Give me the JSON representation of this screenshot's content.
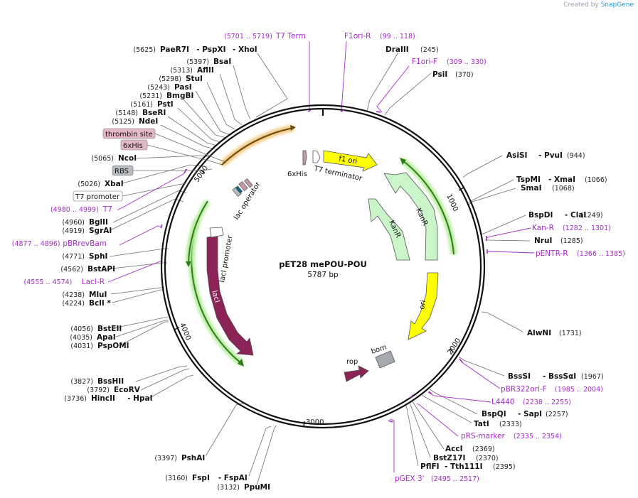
{
  "brand": {
    "prefix": "Created by",
    "name": "SnapGene"
  },
  "plasmid": {
    "name": "pET28 mePOU-POU",
    "length": "5787 bp"
  },
  "ticks": [
    "1000",
    "2000",
    "3000",
    "4000",
    "5000"
  ],
  "features": {
    "f1_ori": "f1 ori",
    "t7_terminator": "T7 terminator",
    "sixxhis": "6xHis",
    "kanr_1": "KanR",
    "kanr_2": "KanR",
    "ori": "ori",
    "bom": "bom",
    "rop": "rop",
    "laci": "lacI",
    "laci_promoter": "lacI promoter",
    "lac_operator": "lac operator"
  },
  "boxed_labels": {
    "thrombin": "thrombin site",
    "sixhis": "6xHis",
    "rbs": "RBS",
    "t7promoter": "T7 promoter"
  },
  "left_enzymes": [
    {
      "pos": "(5625)",
      "name": "PaeR7I",
      "extra": "- PspXI",
      "extra2": "- XhoI"
    },
    {
      "pos": "(5397)",
      "name": "BsaI"
    },
    {
      "pos": "(5313)",
      "name": "AflII"
    },
    {
      "pos": "(5298)",
      "name": "StuI"
    },
    {
      "pos": "(5243)",
      "name": "PasI"
    },
    {
      "pos": "(5231)",
      "name": "BmgBI"
    },
    {
      "pos": "(5161)",
      "name": "PstI"
    },
    {
      "pos": "(5148)",
      "name": "BseRI"
    },
    {
      "pos": "(5125)",
      "name": "NdeI"
    },
    {
      "pos": "(5065)",
      "name": "NcoI"
    },
    {
      "pos": "(5026)",
      "name": "XbaI"
    },
    {
      "pos": "(4960)",
      "name": "BglII"
    },
    {
      "pos": "(4919)",
      "name": "SgrAI"
    },
    {
      "pos": "(4771)",
      "name": "SphI"
    },
    {
      "pos": "(4562)",
      "name": "BstAPI"
    },
    {
      "pos": "(4238)",
      "name": "MluI"
    },
    {
      "pos": "(4224)",
      "name": "BclI *"
    },
    {
      "pos": "(4056)",
      "name": "BstEII"
    },
    {
      "pos": "(4035)",
      "name": "ApaI"
    },
    {
      "pos": "(4031)",
      "name": "PspOMI"
    },
    {
      "pos": "(3827)",
      "name": "BssHII"
    },
    {
      "pos": "(3792)",
      "name": "EcoRV"
    },
    {
      "pos": "(3736)",
      "name": "HincII",
      "extra": "- HpaI"
    },
    {
      "pos": "(3397)",
      "name": "PshAI"
    },
    {
      "pos": "(3160)",
      "name": "FspI",
      "extra": "- FspAI"
    },
    {
      "pos": "(3132)",
      "name": "PpuMI"
    }
  ],
  "left_primers": [
    {
      "name": "T7",
      "pos": "(4980 .. 4999)"
    },
    {
      "name": "pBRrevBam",
      "pos": "(4877 .. 4896)"
    },
    {
      "name": "LacI-R",
      "pos": "(4555 .. 4574)"
    }
  ],
  "top_primers": [
    {
      "name": "T7 Term",
      "pos": "(5701 .. 5719)"
    },
    {
      "name": "F1ori-R",
      "pos": "(99 .. 118)"
    },
    {
      "name": "F1ori-F",
      "pos": "(309 .. 330)"
    }
  ],
  "right_enzymes": [
    {
      "name": "DraIII",
      "pos": "(245)"
    },
    {
      "name": "PsiI",
      "pos": "(370)"
    },
    {
      "name": "AsiSI",
      "extra": "- PvuI",
      "pos": "(944)"
    },
    {
      "name": "TspMI",
      "extra": "- XmaI",
      "pos": "(1066)"
    },
    {
      "name": "SmaI",
      "pos": "(1068)"
    },
    {
      "name": "BspDI",
      "extra": "- ClaI",
      "pos": "(1249)"
    },
    {
      "name": "NruI",
      "pos": "(1285)"
    },
    {
      "name": "AlwNI",
      "pos": "(1731)"
    },
    {
      "name": "BssSI",
      "extra": "- BssSαI",
      "pos": "(1967)"
    },
    {
      "name": "BspQI",
      "extra": "- SapI",
      "pos": "(2257)"
    },
    {
      "name": "TatI",
      "pos": "(2333)"
    },
    {
      "name": "AccI",
      "pos": "(2369)"
    },
    {
      "name": "BstZ17I",
      "pos": "(2370)"
    },
    {
      "name": "PflFI",
      "extra": "- Tth111I",
      "pos": "(2395)"
    }
  ],
  "right_primers": [
    {
      "name": "Kan-R",
      "pos": "(1282 .. 1301)"
    },
    {
      "name": "pENTR-R",
      "pos": "(1366 .. 1385)"
    },
    {
      "name": "pBR322ori-F",
      "pos": "(1985 .. 2004)"
    },
    {
      "name": "L4440",
      "pos": "(2238 .. 2255)"
    },
    {
      "name": "pRS-marker",
      "pos": "(2335 .. 2354)"
    },
    {
      "name": "pGEX 3'",
      "pos": "(2495 .. 2517)"
    }
  ],
  "colors": {
    "primer": "#a52ac8",
    "f1_ori": "#ffff00",
    "kanr": "#c9f5c9",
    "laci": "#8b2356",
    "bom": "#a6a9ad",
    "orf_arc": "#2e7d1a",
    "thrombin_fill": "#e5b8c8",
    "rbs_fill": "#b9bcbf"
  }
}
